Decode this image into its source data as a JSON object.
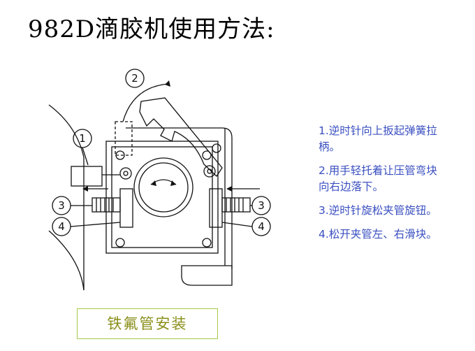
{
  "title": "982D滴胶机使用方法:",
  "diagram": {
    "callouts": [
      "1",
      "2",
      "3",
      "4"
    ]
  },
  "steps": [
    "1.逆时针向上扳起弹簧拉柄。",
    "2.用手轻托着让压管弯块向右边落下。",
    "3.逆时针旋松夹管旋钮。",
    "4.松开夹管左、右滑块。"
  ],
  "caption": "铁氟管安装",
  "colors": {
    "step_text": "#3a4fc0",
    "caption_border": "#a6c84a",
    "caption_text": "#8a8f1a"
  }
}
